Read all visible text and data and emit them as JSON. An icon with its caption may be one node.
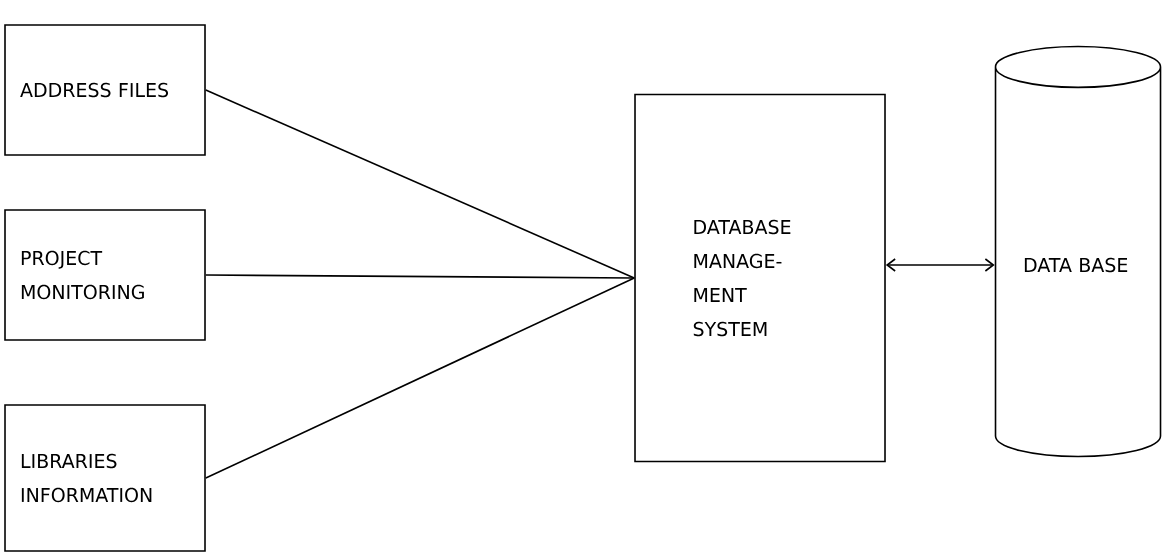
{
  "diagram": {
    "nodes": [
      {
        "text": [
          "ADDRESS FILES"
        ]
      },
      {
        "text": [
          "PROJECT MONITORING"
        ]
      },
      {
        "text": [
          "LIBRARIES INFORMATION"
        ]
      },
      {
        "text": [
          "DATABASE MANAGE- MENT SYSTEM"
        ]
      },
      {
        "text": [
          "DATA BASE"
        ]
      }
    ],
    "edges": [
      {
        "from": 0,
        "to": 3,
        "arrow": "none"
      },
      {
        "from": 1,
        "to": 3,
        "arrow": "none"
      },
      {
        "from": 2,
        "to": 3,
        "arrow": "none"
      },
      {
        "from": 3,
        "to": 4,
        "arrow": "both"
      }
    ]
  }
}
